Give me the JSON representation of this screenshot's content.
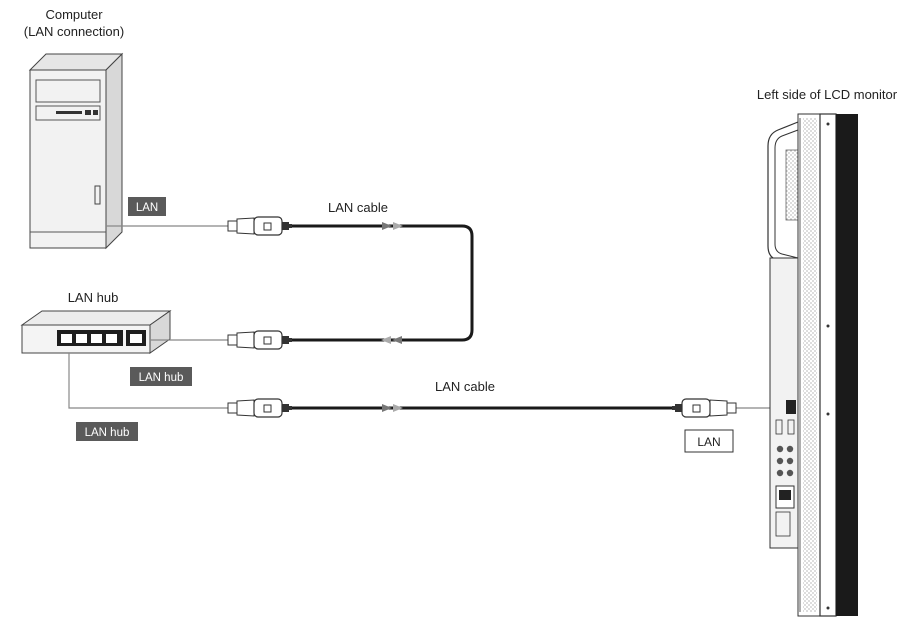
{
  "diagram": {
    "computer_label_line1": "Computer",
    "computer_label_line2": "(LAN connection)",
    "monitor_label": "Left side of LCD monitor",
    "hub_label": "LAN hub",
    "cable_label_top": "LAN cable",
    "cable_label_bottom": "LAN cable",
    "port_computer": "LAN",
    "port_hub_upper": "LAN hub",
    "port_hub_lower": "LAN hub",
    "port_monitor": "LAN"
  },
  "colors": {
    "line": "#222222",
    "label_box": "#5a5a5a",
    "monitor_bezel": "#1a1a1a",
    "device_fill": "#f2f2f2"
  }
}
